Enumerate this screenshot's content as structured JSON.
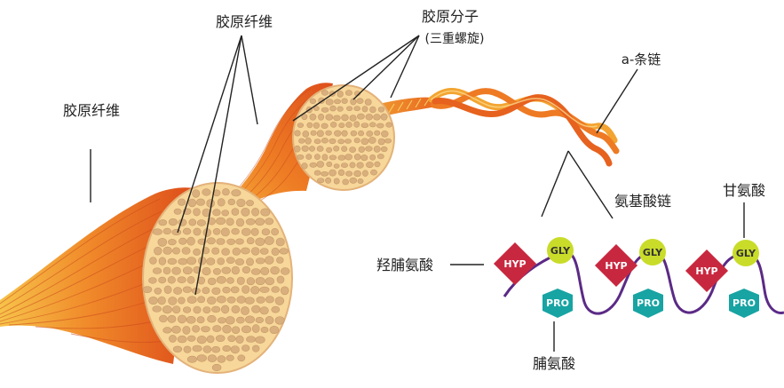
{
  "labels": {
    "collagen_fiber_top": "胶原纤维",
    "collagen_fiber_left": "胶原纤维",
    "collagen_molecule": "胶原分子",
    "triple_helix": "(三重螺旋)",
    "alpha_chain": "a-条链",
    "amino_acid_chain": "氨基酸链",
    "glycine": "甘氨酸",
    "hydroxyproline": "羟脯氨酸",
    "proline": "脯氨酸"
  },
  "residues": {
    "hyp": "HYP",
    "gly": "GLY",
    "pro": "PRO"
  },
  "colors": {
    "hyp": "#c8283f",
    "gly": "#c9dc29",
    "pro": "#17a4a3",
    "chain": "#5b2a86",
    "fiber_orange": "#e8641f",
    "fiber_yellow": "#f6b531",
    "cross_section": "#f7d79a",
    "fibril": "#d9b07d"
  }
}
